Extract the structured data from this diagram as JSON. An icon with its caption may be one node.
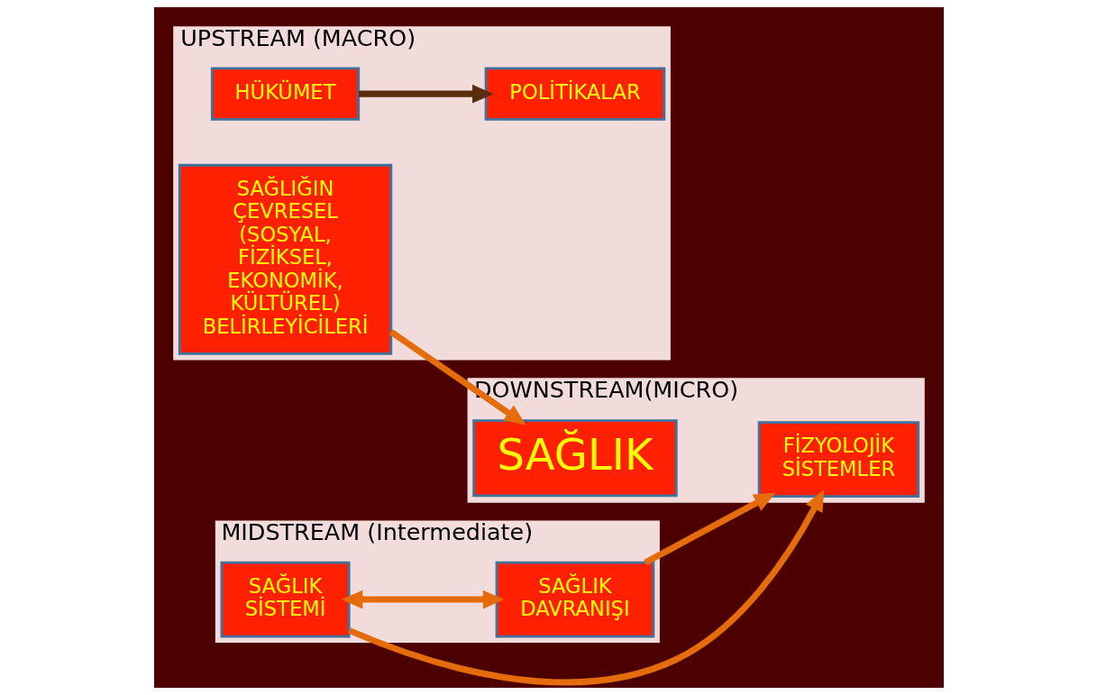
{
  "diagram": {
    "nodes": [
      {
        "text": [
          "UPSTREAM (MACRO)"
        ]
      },
      {
        "text": [
          "HÜKÜMET"
        ],
        "in": 0
      },
      {
        "text": [
          "POLİTİKALAR"
        ],
        "in": 0
      },
      {
        "text": [
          "SAĞLIĞIN ÇEVRESEL (SOSYAL, FİZİKSEL, EKONOMİK, KÜLTÜREL) BELİRLEYİCİLERİ"
        ],
        "in": 0
      },
      {
        "text": [
          "MIDSTREAM (Intermediate)"
        ]
      },
      {
        "text": [
          "SAĞLIK SİSTEMİ"
        ],
        "in": 4
      },
      {
        "text": [
          "SAĞLIK DAVRANIŞI"
        ],
        "in": 4
      },
      {
        "text": [
          "DOWNSTREAM(MICRO)"
        ]
      },
      {
        "text": [
          "FİZYOLOJİK SİSTEMLER"
        ],
        "in": 7
      },
      {
        "text": [
          "SAĞLIK"
        ],
        "in": 7
      }
    ],
    "edges": [
      {
        "from": 1,
        "to": 2,
        "arrow": "to",
        "color": "#5a2d0c"
      },
      {
        "from": 5,
        "to": 8,
        "arrow": "to"
      },
      {
        "from": 5,
        "to": 6,
        "arrow": "both"
      },
      {
        "from": 3,
        "to": 9,
        "arrow": "to"
      },
      {
        "from": 6,
        "to": 8,
        "arrow": "to"
      }
    ]
  }
}
